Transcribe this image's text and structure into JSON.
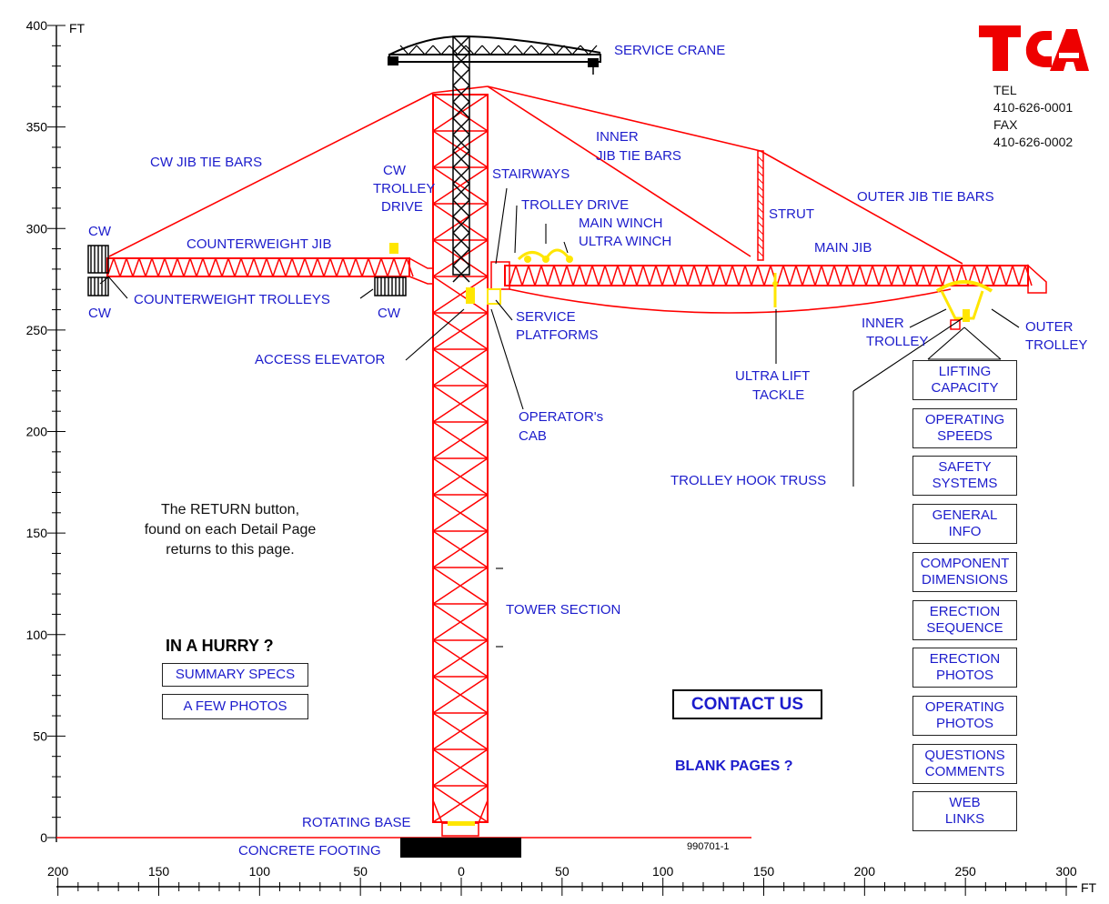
{
  "axes": {
    "y_unit": "FT",
    "x_unit": "FT",
    "y_ticks": [
      "400",
      "350",
      "300",
      "250",
      "200",
      "150",
      "100",
      "50",
      "0"
    ],
    "x_ticks": [
      "200",
      "150",
      "100",
      "50",
      "0",
      "50",
      "100",
      "150",
      "200",
      "250",
      "300"
    ]
  },
  "contact": {
    "logo_text": "TCA",
    "tel_label": "TEL",
    "tel": "410-626-0001",
    "fax_label": "FAX",
    "fax": "410-626-0002"
  },
  "labels": {
    "service_crane": "SERVICE CRANE",
    "cw_jib_tie_bars": "CW JIB TIE BARS",
    "inner_jib_tie_bars_1": "INNER",
    "inner_jib_tie_bars_2": "JIB TIE BARS",
    "outer_jib_tie_bars": "OUTER JIB TIE BARS",
    "stairways": "STAIRWAYS",
    "cw_trolley_drive_1": "CW",
    "cw_trolley_drive_2": "TROLLEY",
    "cw_trolley_drive_3": "DRIVE",
    "trolley_drive": "TROLLEY DRIVE",
    "main_winch": "MAIN WINCH",
    "ultra_winch": "ULTRA WINCH",
    "strut": "STRUT",
    "counterweight_jib": "COUNTERWEIGHT JIB",
    "main_jib": "MAIN JIB",
    "cw_top": "CW",
    "cw_bottom_left": "CW",
    "cw_bottom_right": "CW",
    "counterweight_trolleys": "COUNTERWEIGHT TROLLEYS",
    "service_platforms_1": "SERVICE",
    "service_platforms_2": "PLATFORMS",
    "inner_trolley_1": "INNER",
    "inner_trolley_2": "TROLLEY",
    "outer_trolley_1": "OUTER",
    "outer_trolley_2": "TROLLEY",
    "access_elevator": "ACCESS ELEVATOR",
    "ultra_lift_tackle_1": "ULTRA LIFT",
    "ultra_lift_tackle_2": "TACKLE",
    "operators_cab_1": "OPERATOR's",
    "operators_cab_2": "CAB",
    "trolley_hook_truss": "TROLLEY HOOK TRUSS",
    "tower_section": "TOWER SECTION",
    "rotating_base": "ROTATING BASE",
    "concrete_footing": "CONCRETE FOOTING",
    "drawing_number": "990701-1"
  },
  "note": {
    "line1": "The RETURN button,",
    "line2": "found on each Detail Page",
    "line3": "returns to this page."
  },
  "hurry": {
    "title": "IN A HURRY ?",
    "summary_specs": "SUMMARY SPECS",
    "a_few_photos": "A FEW PHOTOS"
  },
  "contact_us": "CONTACT US",
  "blank_pages": "BLANK PAGES ?",
  "menu": [
    "LIFTING\nCAPACITY",
    "OPERATING\nSPEEDS",
    "SAFETY\nSYSTEMS",
    "GENERAL\nINFO",
    "COMPONENT\nDIMENSIONS",
    "ERECTION\nSEQUENCE",
    "ERECTION\nPHOTOS",
    "OPERATING\nPHOTOS",
    "QUESTIONS\nCOMMENTS",
    "WEB\nLINKS"
  ],
  "colors": {
    "crane": "#ff0000",
    "service_crane": "#000000",
    "label": "#1c1ccc",
    "accent": "#ffe600",
    "logo": "#ee0000"
  }
}
